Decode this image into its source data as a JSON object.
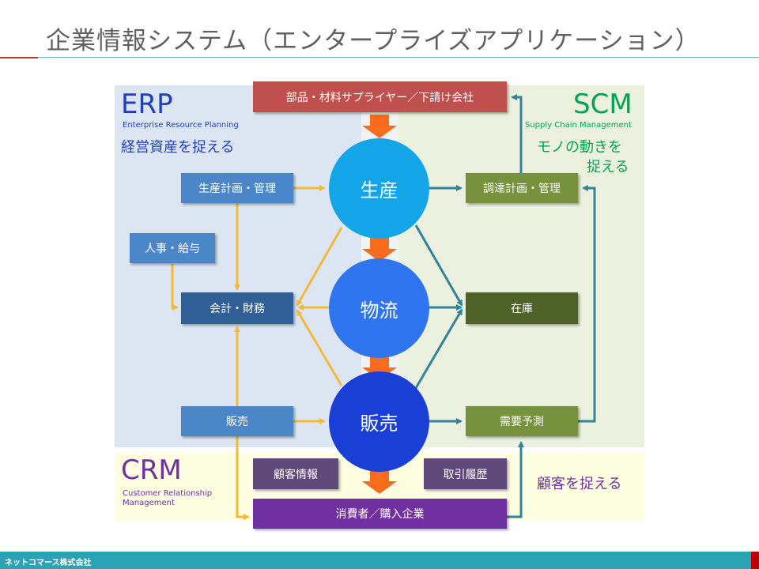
{
  "title": "企業情報システム（エンタープライズアプリケーション）",
  "erp": {
    "abbr": "ERP",
    "full": "Enterprise Resource Planning",
    "tagline": "経営資産を捉える"
  },
  "scm": {
    "abbr": "SCM",
    "full": "Supply Chain Management",
    "tagline_line1": "モノの動きを",
    "tagline_line2": "捉える"
  },
  "crm": {
    "abbr": "CRM",
    "full_line1": "Customer Relationship",
    "full_line2": "Management",
    "tagline": "顧客を捉える"
  },
  "boxes": {
    "supplier": "部品・材料サプライヤー／下請け会社",
    "production_plan": "生産計画・管理",
    "hr": "人事・給与",
    "accounting": "会計・財務",
    "sales": "販売",
    "procurement": "調達計画・管理",
    "inventory": "在庫",
    "demand_forecast": "需要予測",
    "customer_info": "顧客情報",
    "transaction_history": "取引履歴",
    "consumers": "消費者／購入企業"
  },
  "circles": {
    "production": "生産",
    "logistics": "物流",
    "sales": "販売"
  },
  "footer": "ネットコマース株式会社",
  "colors": {
    "accent_teal": "#2aa3b7",
    "erp": "#1f3fbf",
    "scm": "#00a550",
    "crm": "#7030a0",
    "arrow_orange": "#f96b1d",
    "arrow_yellow": "#f4b93a",
    "arrow_teal": "#31849b"
  }
}
